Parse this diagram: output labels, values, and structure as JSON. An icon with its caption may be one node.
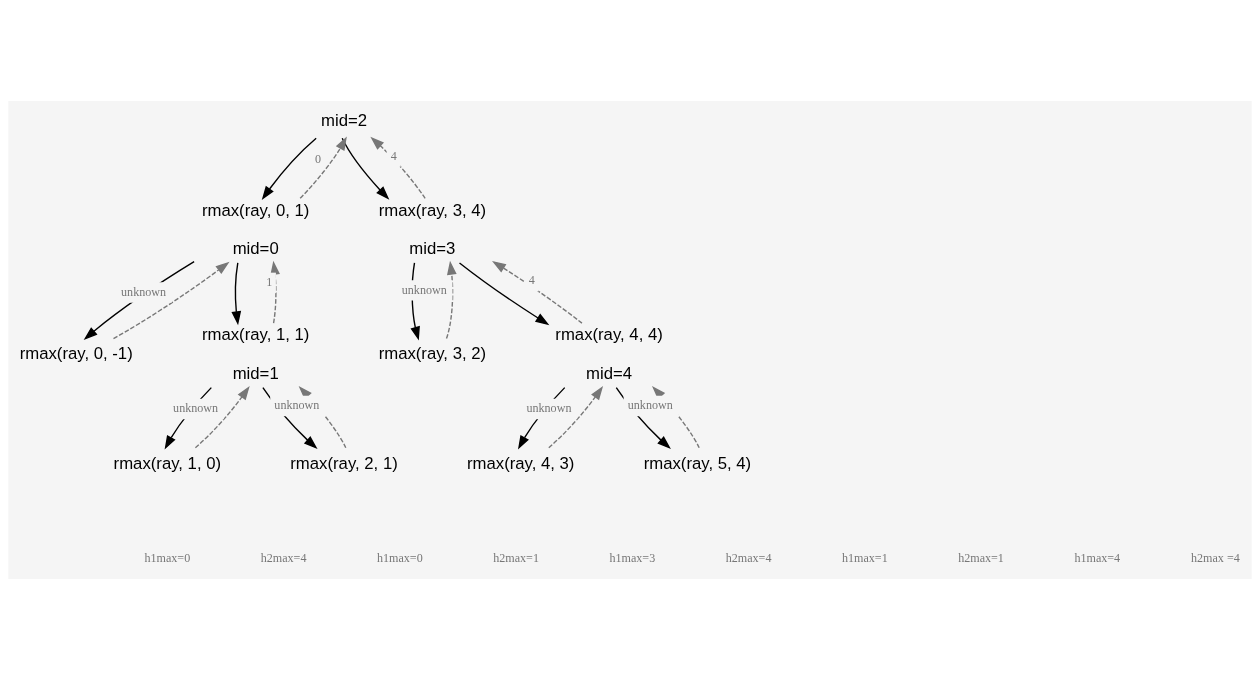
{
  "diagram": {
    "nodes": [
      {
        "text": [
          "mid=2"
        ]
      },
      {
        "text": [
          "rmax(ray, 0, 1)"
        ],
        "beside": [
          "mid=0"
        ]
      },
      {
        "text": [
          "rmax(ray, 3, 4)"
        ],
        "beside": [
          "mid=3"
        ]
      },
      {
        "text": [
          "rmax(ray, 0, -1)"
        ]
      },
      {
        "text": [
          "rmax(ray, 1, 1)"
        ],
        "beside": [
          "mid=1"
        ]
      },
      {
        "text": [
          "rmax(ray, 3, 2)"
        ]
      },
      {
        "text": [
          "rmax(ray, 4, 4)"
        ],
        "beside": [
          "mid=4"
        ]
      },
      {
        "text": [
          "rmax(ray, 1, 0)"
        ]
      },
      {
        "text": [
          "rmax(ray, 2, 1)"
        ]
      },
      {
        "text": [
          "rmax(ray, 4, 3)"
        ]
      },
      {
        "text": [
          "rmax(ray, 5, 4)"
        ]
      }
    ],
    "edges": [
      {
        "from": 0,
        "to": 1,
        "arrow": "to"
      },
      {
        "from": 0,
        "to": 2,
        "arrow": "to"
      },
      {
        "from": 1,
        "to": 3,
        "arrow": "to"
      },
      {
        "from": 1,
        "to": 4,
        "arrow": "to"
      },
      {
        "from": 2,
        "to": 5,
        "arrow": "to"
      },
      {
        "from": 2,
        "to": 6,
        "arrow": "to"
      },
      {
        "from": 4,
        "to": 7,
        "arrow": "to"
      },
      {
        "from": 4,
        "to": 8,
        "arrow": "to"
      },
      {
        "from": 6,
        "to": 9,
        "arrow": "to"
      },
      {
        "from": 6,
        "to": 10,
        "arrow": "to"
      },
      {
        "from": 1,
        "to": 0,
        "arrow": "to",
        "label": "0",
        "style": "dashed",
        "color": "#777777"
      },
      {
        "from": 2,
        "to": 0,
        "arrow": "to",
        "label": "4",
        "style": "dashed",
        "color": "#777777"
      },
      {
        "from": 3,
        "to": 1,
        "arrow": "to",
        "label": "unknown",
        "style": "dashed",
        "color": "#777777"
      },
      {
        "from": 4,
        "to": 1,
        "arrow": "to",
        "label": "1",
        "style": "dashed",
        "color": "#777777"
      },
      {
        "from": 5,
        "to": 2,
        "arrow": "to",
        "label": "unknown",
        "style": "dashed",
        "color": "#777777"
      },
      {
        "from": 6,
        "to": 2,
        "arrow": "to",
        "label": "4",
        "style": "dashed",
        "color": "#777777"
      },
      {
        "from": 7,
        "to": 4,
        "arrow": "to",
        "label": "unknown",
        "style": "dashed",
        "color": "#777777"
      },
      {
        "from": 8,
        "to": 4,
        "arrow": "to",
        "label": "unknown",
        "style": "dashed",
        "color": "#777777"
      },
      {
        "from": 9,
        "to": 6,
        "arrow": "to",
        "label": "unknown",
        "style": "dashed",
        "color": "#777777"
      },
      {
        "from": 10,
        "to": 6,
        "arrow": "to",
        "label": "unknown",
        "style": "dashed",
        "color": "#777777"
      }
    ],
    "labels": [
      "h1max=0",
      "h2max=4",
      "h1max=0",
      "h2max=1",
      "h1max=3",
      "h2max=4",
      "h1max=1",
      "h2max=1",
      "h1max=4",
      "h2max =4"
    ]
  }
}
